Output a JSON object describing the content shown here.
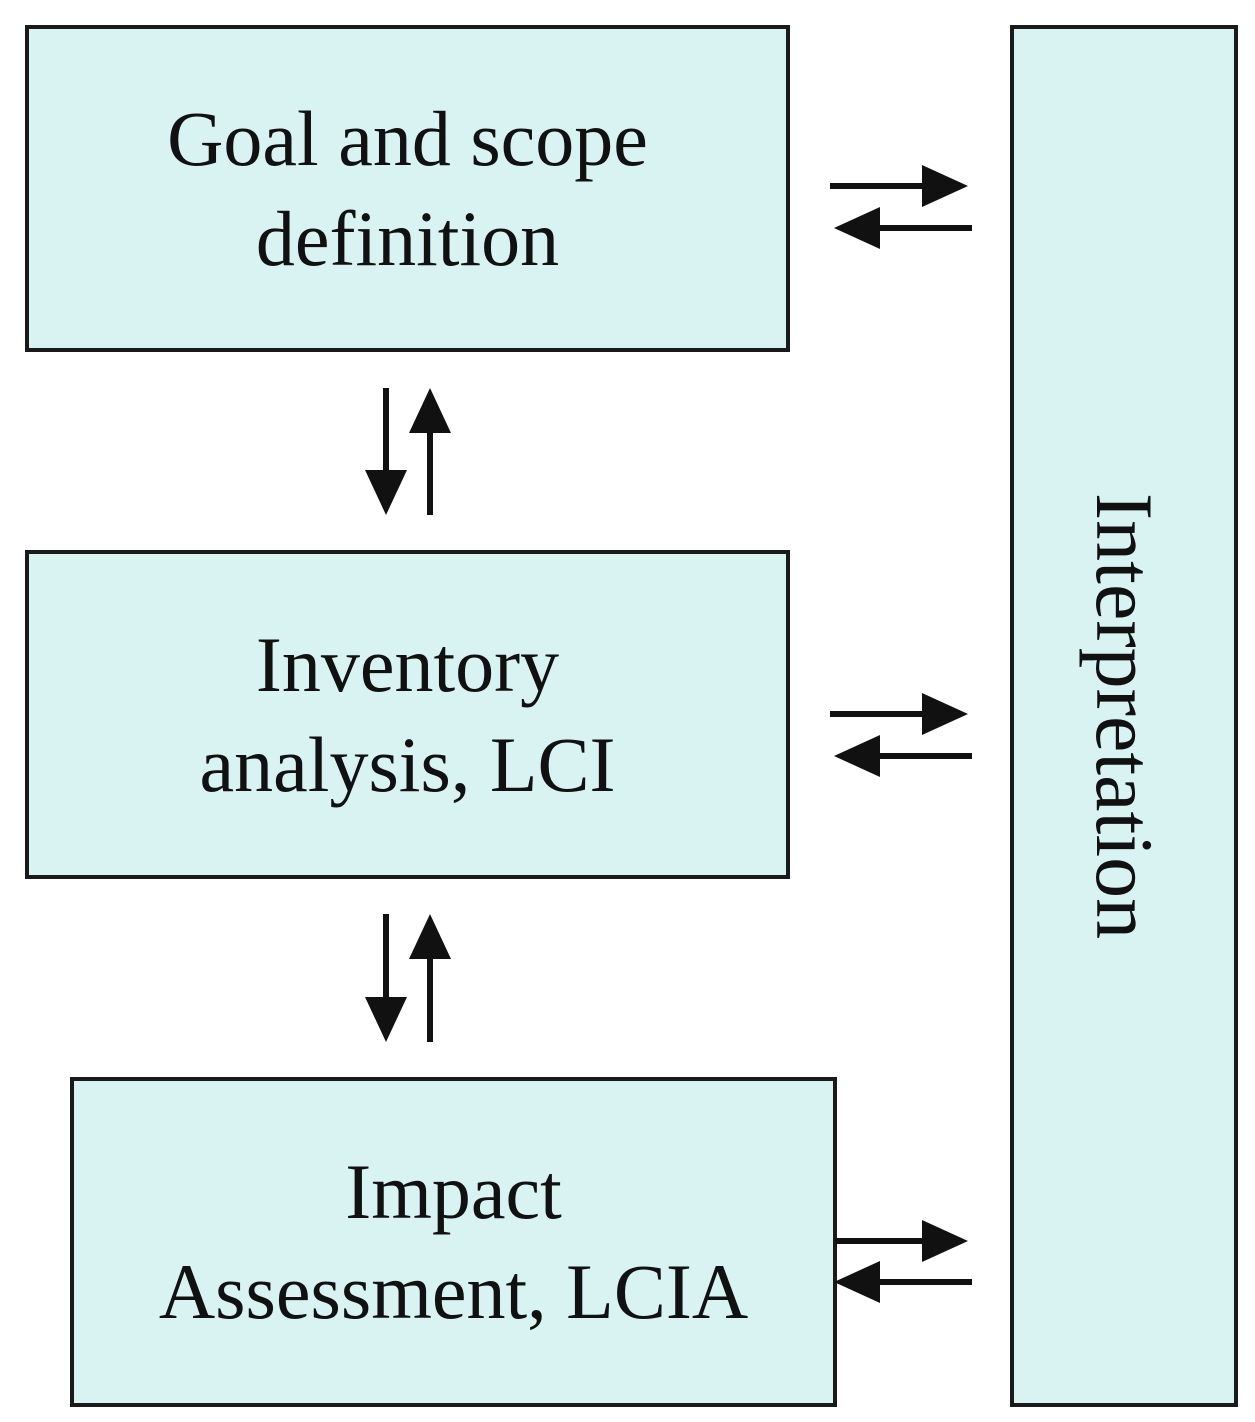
{
  "colors": {
    "box_fill": "#d9f2f2",
    "stroke": "#111111"
  },
  "boxes": {
    "goal": {
      "line1": "Goal and scope",
      "line2": "definition"
    },
    "lci": {
      "line1": "Inventory",
      "line2": "analysis, LCI"
    },
    "lcia": {
      "line1": "Impact",
      "line2": "Assessment, LCIA"
    },
    "interpretation": {
      "label": "Interpretation"
    }
  },
  "connections": [
    {
      "from": "goal",
      "to": "interpretation",
      "direction": "bidirectional"
    },
    {
      "from": "lci",
      "to": "interpretation",
      "direction": "bidirectional"
    },
    {
      "from": "lcia",
      "to": "interpretation",
      "direction": "bidirectional"
    },
    {
      "from": "goal",
      "to": "lci",
      "direction": "bidirectional"
    },
    {
      "from": "lci",
      "to": "lcia",
      "direction": "bidirectional"
    }
  ]
}
